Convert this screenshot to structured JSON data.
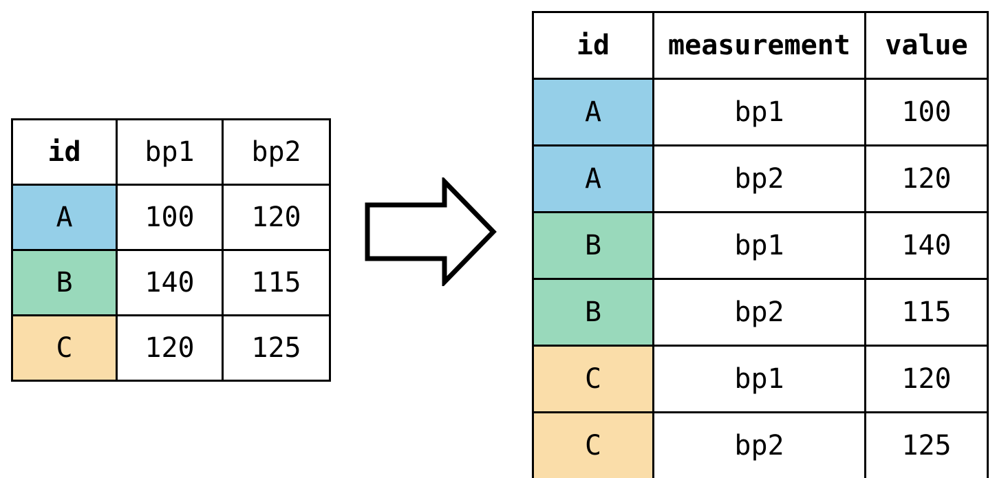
{
  "diagram": {
    "title": "pivot-longer-transformation",
    "arrow": {
      "icon": "right-block-arrow-icon",
      "direction": "right",
      "fill": "#ffffff",
      "stroke": "#000000"
    },
    "colors": {
      "id_a": "#95cfe8",
      "id_b": "#99d9bb",
      "id_c": "#fadda9",
      "border": "#000000",
      "background": "#ffffff"
    }
  },
  "wide_table": {
    "name": "wide-format-table",
    "columns": [
      "id",
      "bp1",
      "bp2"
    ],
    "rows": [
      {
        "id": "A",
        "bp1": "100",
        "bp2": "120",
        "color_key": "id_a"
      },
      {
        "id": "B",
        "bp1": "140",
        "bp2": "115",
        "color_key": "id_b"
      },
      {
        "id": "C",
        "bp1": "120",
        "bp2": "125",
        "color_key": "id_c"
      }
    ]
  },
  "long_table": {
    "name": "long-format-table",
    "columns": [
      "id",
      "measurement",
      "value"
    ],
    "rows": [
      {
        "id": "A",
        "measurement": "bp1",
        "value": "100",
        "color_key": "id_a"
      },
      {
        "id": "A",
        "measurement": "bp2",
        "value": "120",
        "color_key": "id_a"
      },
      {
        "id": "B",
        "measurement": "bp1",
        "value": "140",
        "color_key": "id_b"
      },
      {
        "id": "B",
        "measurement": "bp2",
        "value": "115",
        "color_key": "id_b"
      },
      {
        "id": "C",
        "measurement": "bp1",
        "value": "120",
        "color_key": "id_c"
      },
      {
        "id": "C",
        "measurement": "bp2",
        "value": "125",
        "color_key": "id_c"
      }
    ]
  },
  "chart_data": {
    "type": "table",
    "title": "",
    "wide": {
      "columns": [
        "id",
        "bp1",
        "bp2"
      ],
      "data": [
        [
          "A",
          100,
          120
        ],
        [
          "B",
          140,
          115
        ],
        [
          "C",
          120,
          125
        ]
      ]
    },
    "long": {
      "columns": [
        "id",
        "measurement",
        "value"
      ],
      "data": [
        [
          "A",
          "bp1",
          100
        ],
        [
          "A",
          "bp2",
          120
        ],
        [
          "B",
          "bp1",
          140
        ],
        [
          "B",
          "bp2",
          115
        ],
        [
          "C",
          "bp1",
          120
        ],
        [
          "C",
          "bp2",
          125
        ]
      ]
    }
  }
}
